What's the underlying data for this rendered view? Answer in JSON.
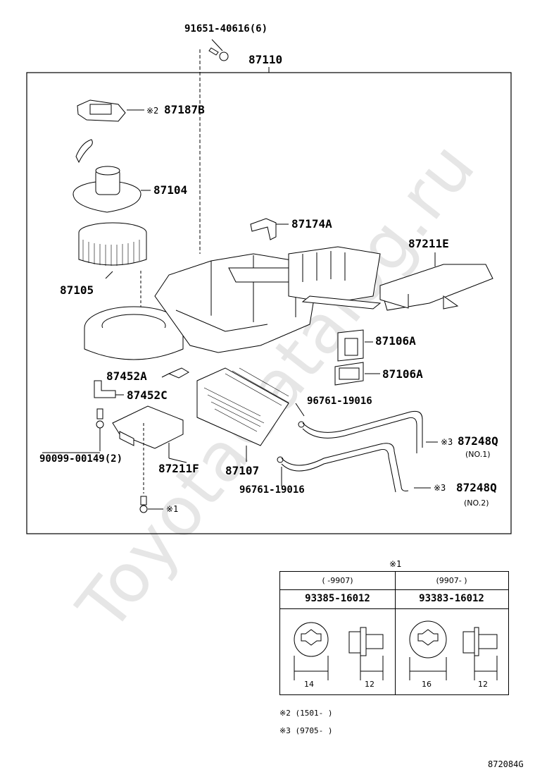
{
  "diagram_code": "872084G",
  "watermark": "ToyotaCatalog.ru",
  "assembly_label": "87110",
  "parts": {
    "screw_top": "91651-40616(6)",
    "p87187b": "87187B",
    "p87187b_note": "※2",
    "p87104": "87104",
    "p87105": "87105",
    "p87174a": "87174A",
    "p87211e": "87211E",
    "p87106a_1": "87106A",
    "p87106a_2": "87106A",
    "p87452a": "87452A",
    "p87452c": "87452C",
    "p90099": "90099-00149(2)",
    "p87211f": "87211F",
    "p87107": "87107",
    "p96761_1": "96761-19016",
    "p96761_2": "96761-19016",
    "p87248q_1": "87248Q",
    "p87248q_1_note": "※3",
    "p87248q_1_sub": "(NO.1)",
    "p87248q_2": "87248Q",
    "p87248q_2_note": "※3",
    "p87248q_2_sub": "(NO.2)",
    "bolt_note": "※1"
  },
  "legend": {
    "title": "※1",
    "columns": [
      {
        "date": "(      -9907)",
        "part": "93385-16012",
        "dim_head": "14",
        "dim_shank": "12"
      },
      {
        "date": "(9907-      )",
        "part": "93383-16012",
        "dim_head": "16",
        "dim_shank": "12"
      }
    ]
  },
  "footnotes": [
    "※2 (1501-        )",
    "※3 (9705-        )"
  ]
}
